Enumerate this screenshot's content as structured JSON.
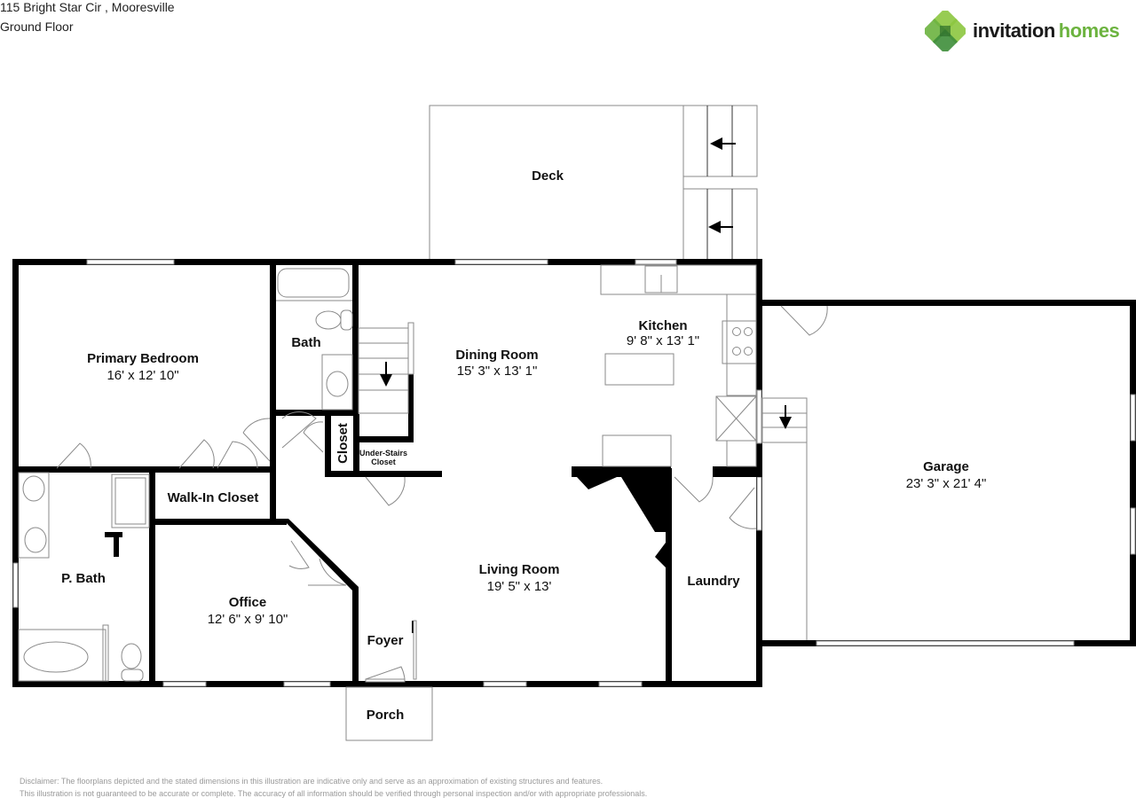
{
  "header": {
    "address": "115 Bright Star Cir , Mooresville",
    "floor": "Ground Floor"
  },
  "logo": {
    "icon": "invitation-homes-logo-icon",
    "text_primary": "invitation",
    "text_secondary": "homes",
    "brand_colors": {
      "dark": "#1a1a1a",
      "green": "#6cb33f",
      "green_dark": "#3e8e3a",
      "green_light": "#8cc63f"
    }
  },
  "rooms": {
    "deck": {
      "name": "Deck"
    },
    "primary_bedroom": {
      "name": "Primary Bedroom",
      "dims": "16' x 12' 10\""
    },
    "bath": {
      "name": "Bath"
    },
    "dining_room": {
      "name": "Dining Room",
      "dims": "15' 3\" x 13' 1\""
    },
    "kitchen": {
      "name": "Kitchen",
      "dims": "9' 8\" x 13' 1\""
    },
    "closet": {
      "name": "Closet"
    },
    "under_stairs_closet": {
      "name_line1": "Under-Stairs",
      "name_line2": "Closet"
    },
    "walk_in_closet": {
      "name": "Walk-In Closet"
    },
    "p_bath": {
      "name": "P. Bath"
    },
    "office": {
      "name": "Office",
      "dims": "12' 6\" x 9' 10\""
    },
    "living_room": {
      "name": "Living Room",
      "dims": "19' 5\" x 13'"
    },
    "foyer": {
      "name": "Foyer"
    },
    "porch": {
      "name": "Porch"
    },
    "laundry": {
      "name": "Laundry"
    },
    "garage": {
      "name": "Garage",
      "dims": "23' 3\" x 21' 4\""
    }
  },
  "colors": {
    "wall": "#000000",
    "fixture": "#8a8a8a",
    "background": "#ffffff",
    "disclaimer": "#9a9a9a"
  },
  "disclaimer": {
    "line1": "Disclaimer: The floorplans depicted and the stated dimensions in this illustration are indicative only and serve as an approximation of existing structures and features.",
    "line2": "This illustration is not guaranteed to be accurate or complete. The accuracy of all information should be verified through personal inspection and/or with appropriate professionals."
  }
}
